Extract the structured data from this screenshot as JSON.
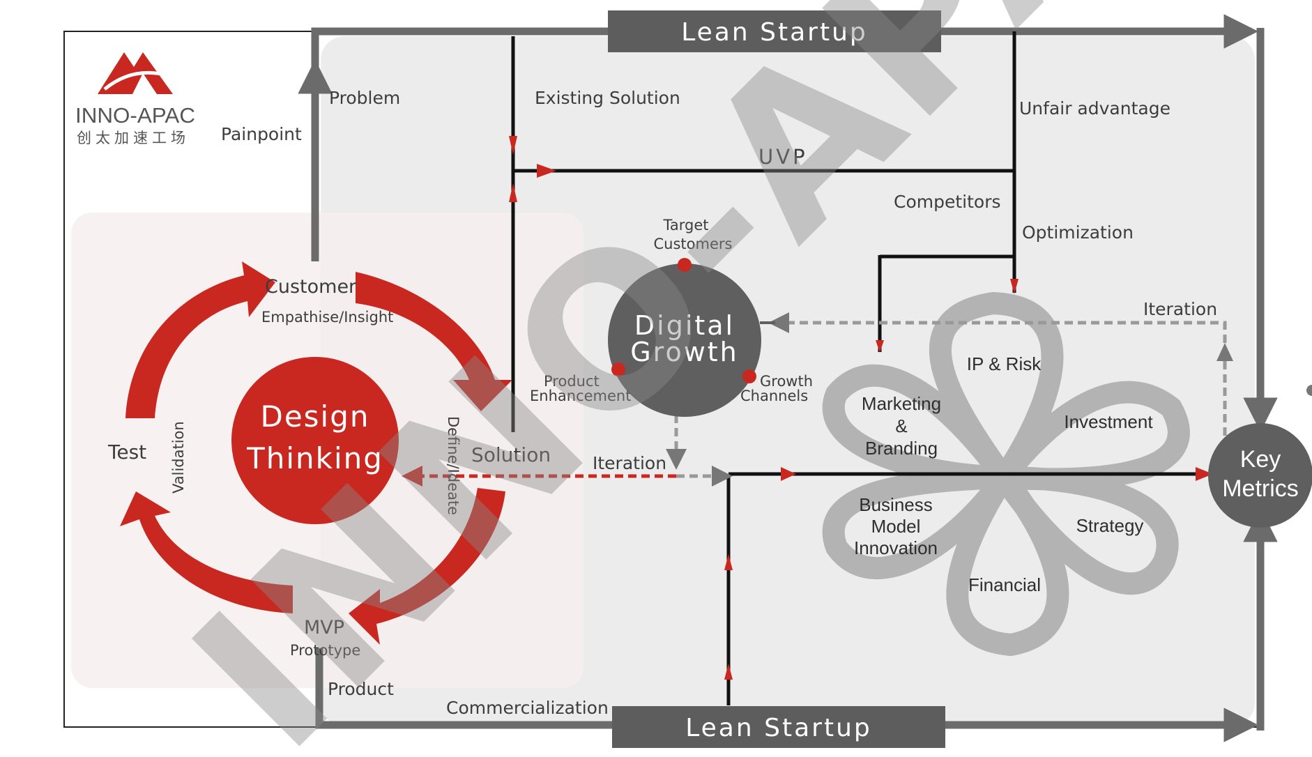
{
  "logo": {
    "name": "INNO-APAC",
    "subtitle": "创太加速工场"
  },
  "banners": {
    "top": "Lean Startup",
    "bottom": "Lean Startup"
  },
  "watermark": "INNO-APAC",
  "left_labels": {
    "painpoint": "Painpoint",
    "problem": "Problem",
    "product": "Product",
    "commercialization": "Commercialization"
  },
  "design_thinking": {
    "center_line1": "Design",
    "center_line2": "Thinking",
    "customer": "Customer",
    "empathise": "Empathise/Insight",
    "define": "Define/Ideate",
    "solution": "Solution",
    "mvp": "MVP",
    "prototype": "Prototype",
    "test": "Test",
    "validation": "Validation"
  },
  "lean": {
    "existing_solution": "Existing Solution",
    "uvp": "UVP",
    "unfair_advantage": "Unfair advantage",
    "competitors": "Competitors",
    "optimization": "Optimization",
    "iteration_top": "Iteration",
    "iteration_mid": "Iteration"
  },
  "digital_growth": {
    "line1": "Digital",
    "line2": "Growth",
    "target_line1": "Target",
    "target_line2": "Customers",
    "product_line1": "Product",
    "product_line2": "Enhancement",
    "growth_line1": "Growth",
    "growth_line2": "Channels"
  },
  "flower": {
    "ip_risk": "IP & Risk",
    "marketing_line1": "Marketing",
    "marketing_line2": "&",
    "marketing_line3": "Branding",
    "investment": "Investment",
    "business_line1": "Business",
    "business_line2": "Model",
    "business_line3": "Innovation",
    "strategy": "Strategy",
    "financial": "Financial"
  },
  "key_metrics": {
    "line1": "Key",
    "line2": "Metrics"
  },
  "colors": {
    "red": "#c8281f",
    "dark_gray": "#5f5f5f",
    "arrow_gray": "#6b6b6b",
    "panel_gray": "#ececec",
    "flower_gray": "#b3b3b3",
    "line_black": "#111111"
  }
}
